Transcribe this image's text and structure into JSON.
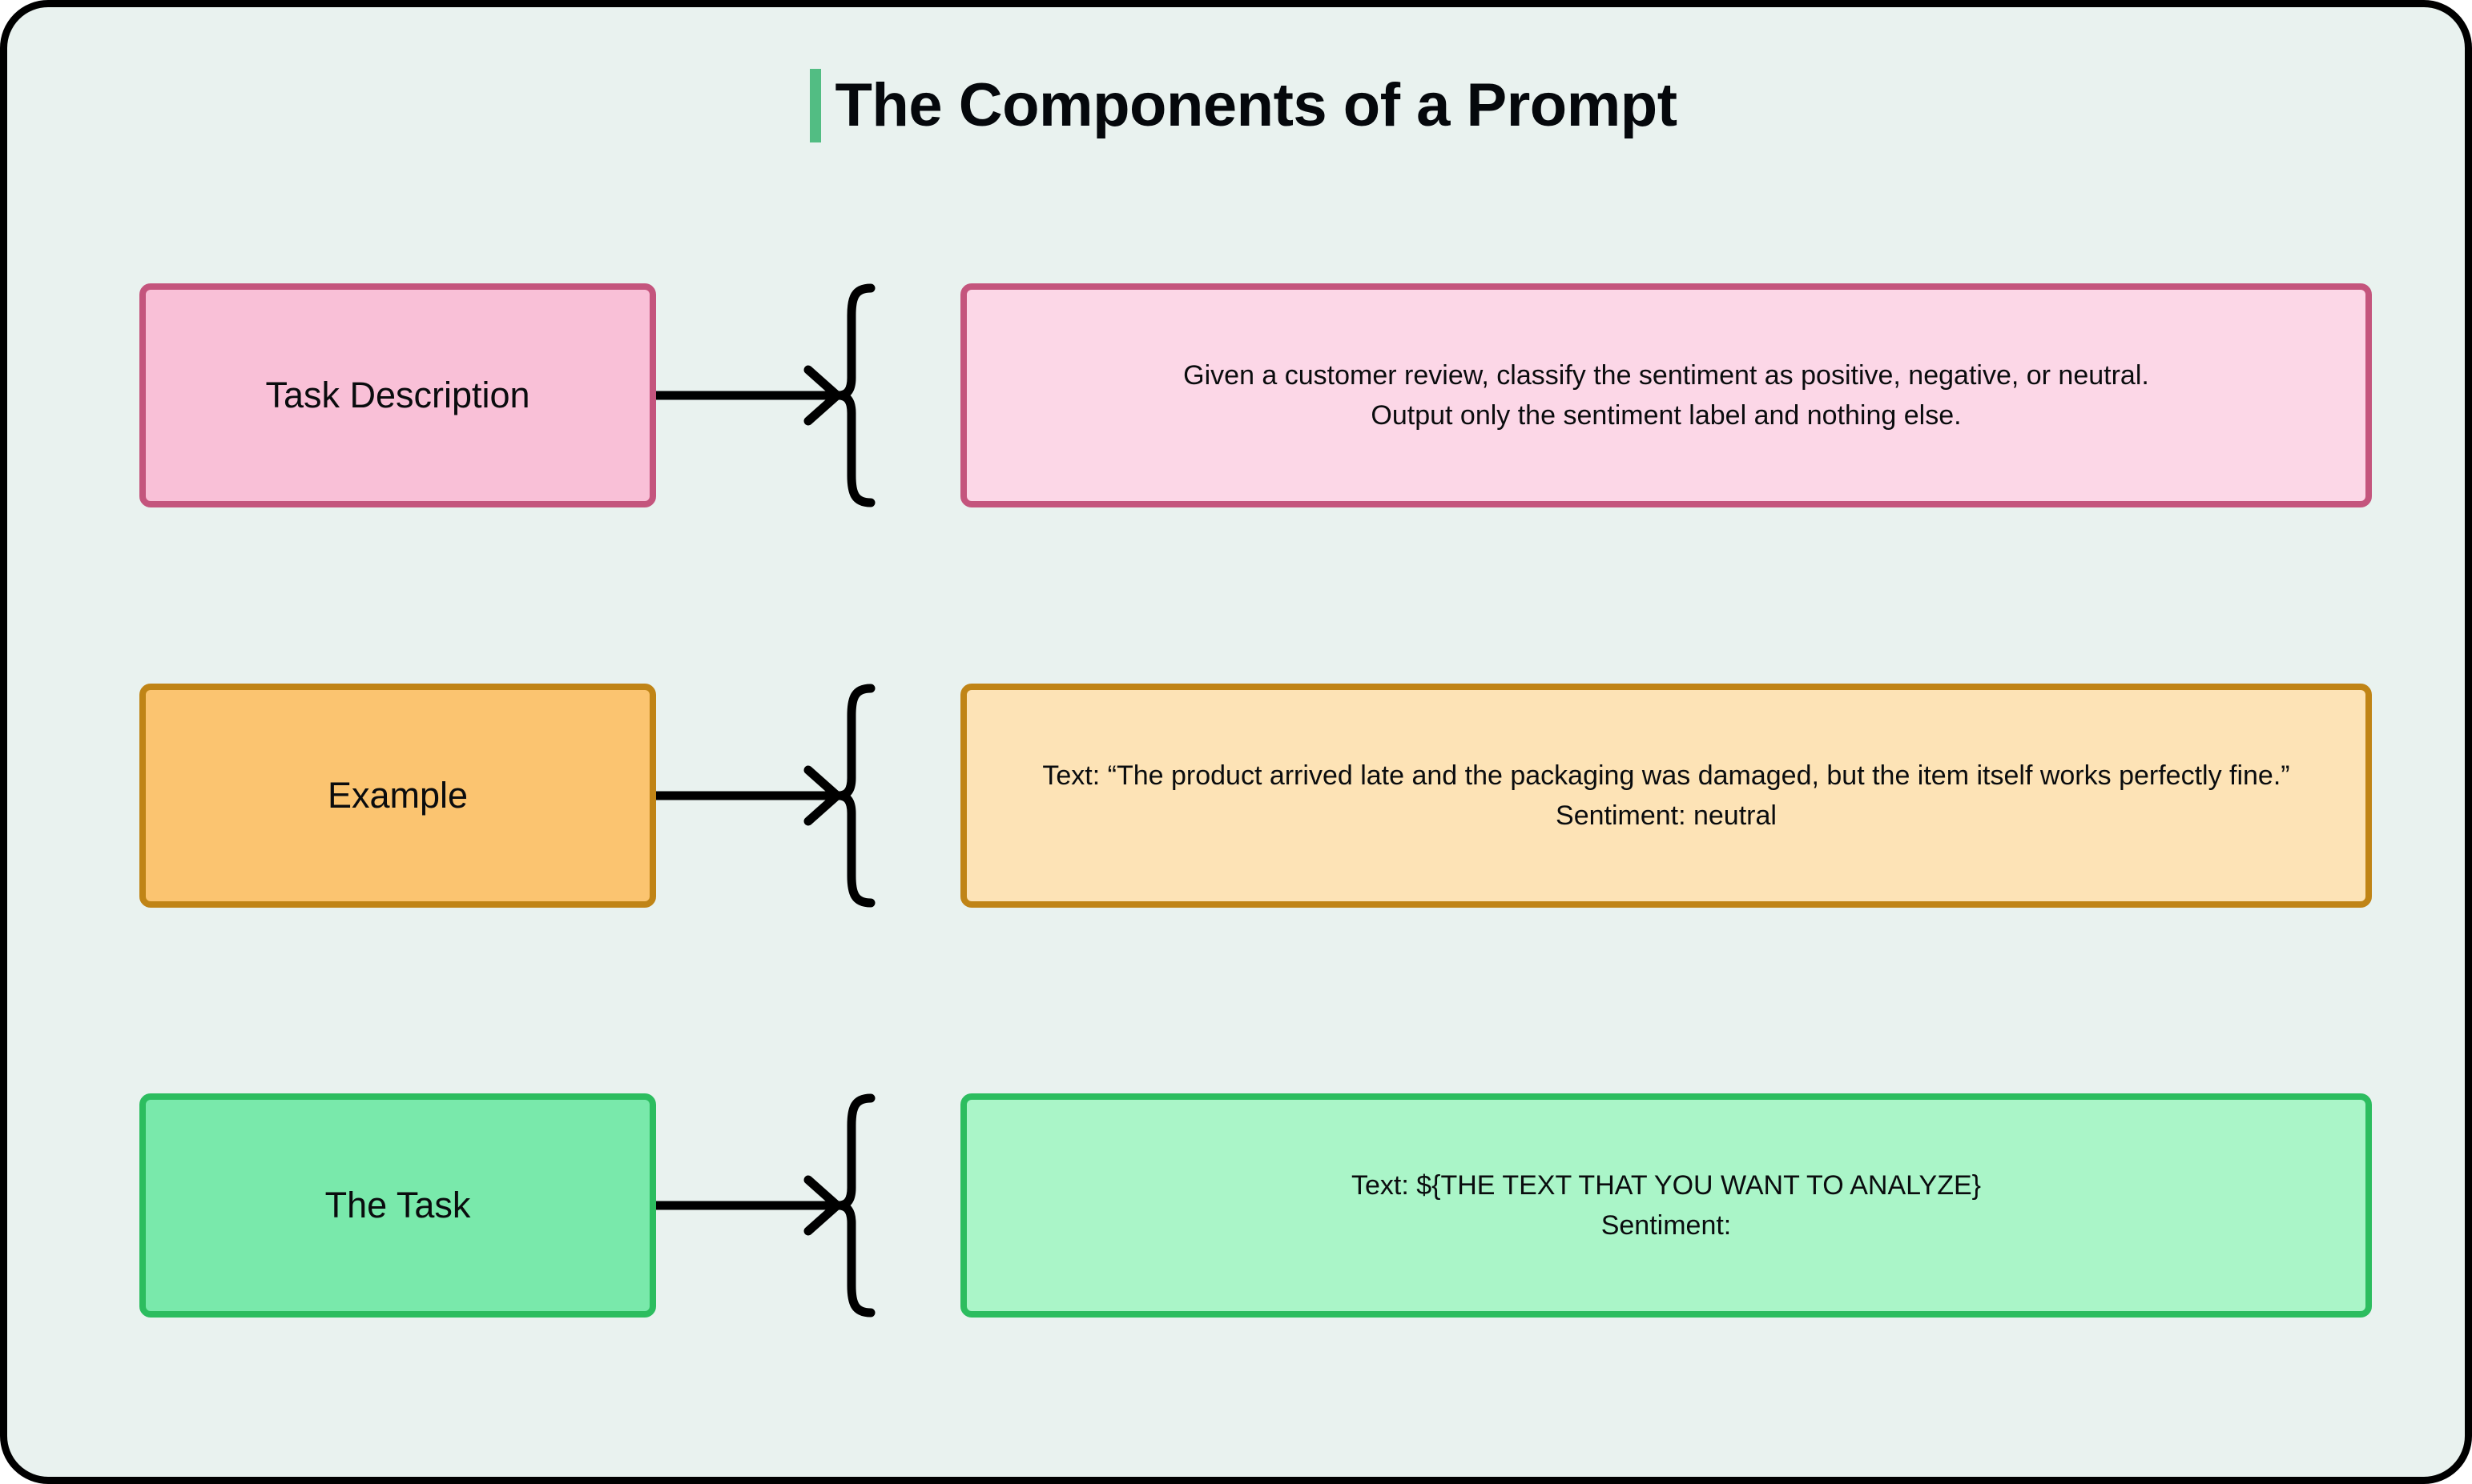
{
  "title": {
    "text": "The Components of a Prompt",
    "accent_color": "#52bd83"
  },
  "canvas": {
    "background_color": "#e9f2ef",
    "border_color": "#000000"
  },
  "rows": [
    {
      "label": "Task Description",
      "content": "Given a customer review, classify the sentiment as positive, negative, or neutral.\nOutput only the sentiment label and nothing else.",
      "label_fill": "#f9c0d7",
      "label_border": "#c4557d",
      "content_fill": "#fcd7e7",
      "content_border": "#c4557d",
      "connector_icon": "arrow-right-brace-icon"
    },
    {
      "label": "Example",
      "content": "Text: “The product arrived late and the packaging was damaged, but the item itself works perfectly fine.”\nSentiment: neutral",
      "label_fill": "#fbc470",
      "label_border": "#c08416",
      "content_fill": "#fde3b6",
      "content_border": "#c08416",
      "connector_icon": "arrow-right-brace-icon"
    },
    {
      "label": "The Task",
      "content": "Text: ${THE TEXT THAT YOU WANT TO ANALYZE}\nSentiment:",
      "label_fill": "#79e9ab",
      "label_border": "#2cbd5f",
      "content_fill": "#aaf5c8",
      "content_border": "#2cbd5f",
      "connector_icon": "arrow-right-brace-icon"
    }
  ]
}
